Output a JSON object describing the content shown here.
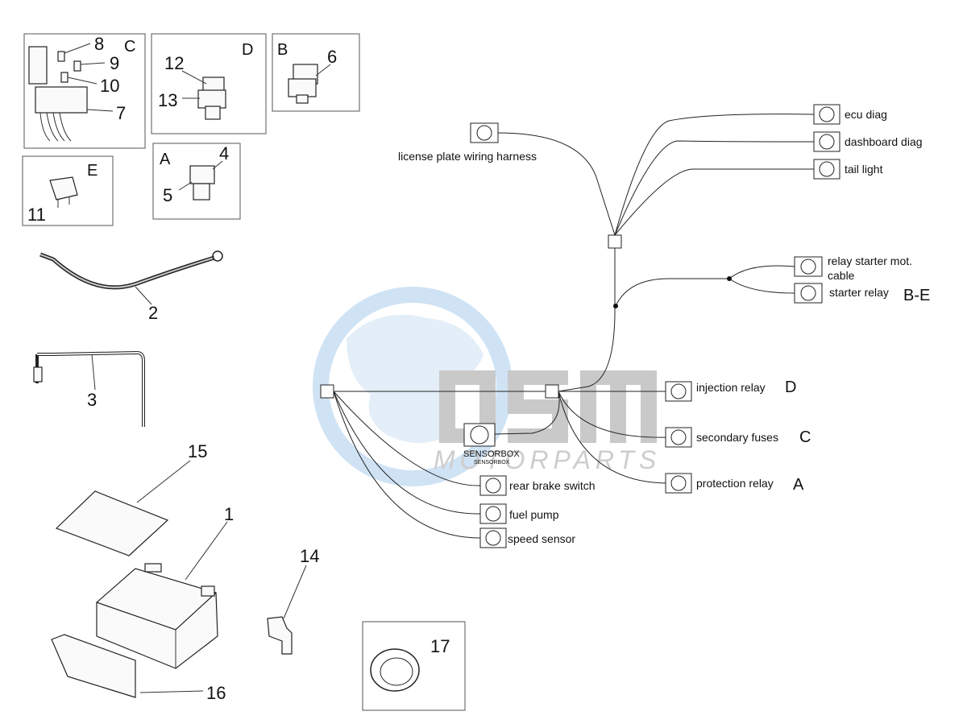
{
  "watermark": {
    "brand": "OSM",
    "tagline": "MOTORPARTS",
    "colors": {
      "globe": "#cfe3f5",
      "globe_land": "#e8f1fa",
      "text": "#c8c8c8"
    }
  },
  "groups": {
    "c": "C",
    "d": "D",
    "b": "B",
    "a": "A",
    "e": "E"
  },
  "parts": {
    "p1": "1",
    "p2": "2",
    "p3": "3",
    "p4": "4",
    "p5": "5",
    "p6": "6",
    "p7": "7",
    "p8": "8",
    "p9": "9",
    "p10": "10",
    "p11": "11",
    "p12": "12",
    "p13": "13",
    "p14": "14",
    "p15": "15",
    "p16": "16",
    "p17": "17"
  },
  "harness": {
    "license_plate": "license plate wiring harness",
    "ecu_diag": "ecu diag",
    "dashboard_diag": "dashboard diag",
    "tail_light": "tail light",
    "relay_starter_line1": "relay starter mot.",
    "relay_starter_line2": "cable",
    "starter_relay": "starter relay",
    "starter_relay_ref": "B-E",
    "injection_relay": "injection relay",
    "injection_relay_ref": "D",
    "secondary_fuses": "secondary fuses",
    "secondary_fuses_ref": "C",
    "protection_relay": "protection relay",
    "protection_relay_ref": "A",
    "sensorbox": "SENSORBOX",
    "sensorbox_small": "SENSORBOX",
    "rear_brake_switch": "rear brake switch",
    "fuel_pump": "fuel pump",
    "speed_sensor": "speed sensor"
  }
}
